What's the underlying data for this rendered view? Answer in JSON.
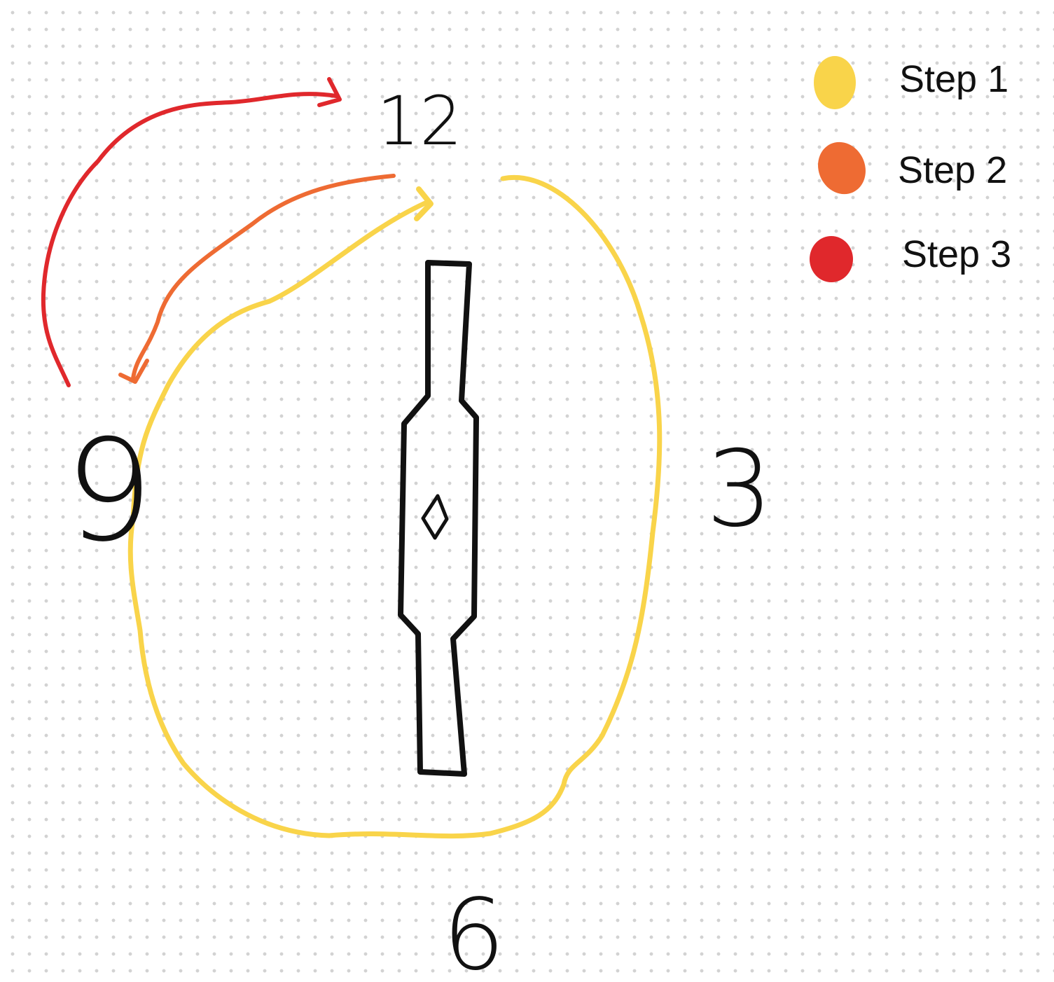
{
  "colors": {
    "step1": "#F9D44A",
    "step2": "#EE6B33",
    "step3": "#E0282C",
    "ink": "#111111"
  },
  "clock": {
    "label_12": "12",
    "label_3": "3",
    "label_6": "6",
    "label_9": "9"
  },
  "legend": {
    "items": [
      {
        "label": "Step 1",
        "color": "#F9D44A"
      },
      {
        "label": "Step 2",
        "color": "#EE6B33"
      },
      {
        "label": "Step 3",
        "color": "#E0282C"
      }
    ]
  }
}
